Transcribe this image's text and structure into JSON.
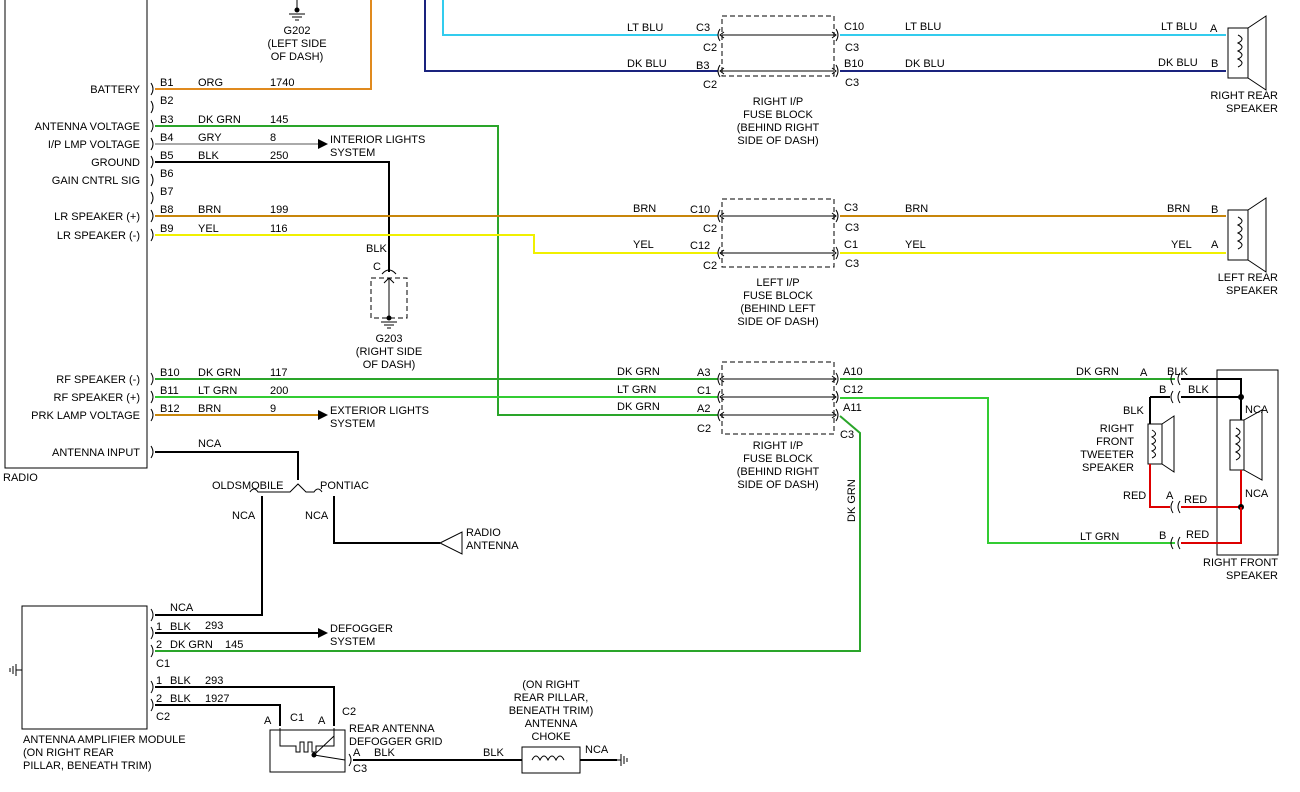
{
  "colors": {
    "lt_blu": "#33ccee",
    "dk_blu": "#1a237e",
    "orange": "#e08a1e",
    "dk_grn": "#2aa52a",
    "lt_grn": "#33cc33",
    "gry": "#aaaaaa",
    "blk": "#000000",
    "brn": "#c8860a",
    "yel": "#f0f000",
    "red": "#dd0000"
  },
  "radio": {
    "title": "RADIO",
    "pins": [
      {
        "label": "BATTERY",
        "pin": "B1",
        "color": "ORG",
        "circuit": "1740"
      },
      {
        "label": "",
        "pin": "B2",
        "color": "",
        "circuit": ""
      },
      {
        "label": "ANTENNA VOLTAGE",
        "pin": "B3",
        "color": "DK GRN",
        "circuit": "145"
      },
      {
        "label": "I/P LMP VOLTAGE",
        "pin": "B4",
        "color": "GRY",
        "circuit": "8"
      },
      {
        "label": "GROUND",
        "pin": "B5",
        "color": "BLK",
        "circuit": "250"
      },
      {
        "label": "GAIN CNTRL SIG",
        "pin": "B6",
        "color": "",
        "circuit": ""
      },
      {
        "label": "",
        "pin": "B7",
        "color": "",
        "circuit": ""
      },
      {
        "label": "LR SPEAKER (+)",
        "pin": "B8",
        "color": "BRN",
        "circuit": "199"
      },
      {
        "label": "LR SPEAKER (-)",
        "pin": "B9",
        "color": "YEL",
        "circuit": "116"
      },
      {
        "label": "RF SPEAKER (-)",
        "pin": "B10",
        "color": "DK GRN",
        "circuit": "117"
      },
      {
        "label": "RF SPEAKER (+)",
        "pin": "B11",
        "color": "LT GRN",
        "circuit": "200"
      },
      {
        "label": "PRK LAMP VOLTAGE",
        "pin": "B12",
        "color": "BRN",
        "circuit": "9"
      }
    ],
    "antenna_input": "ANTENNA INPUT",
    "antenna_input_nca": "NCA"
  },
  "grounds": {
    "g202": [
      "G202",
      "(LEFT SIDE",
      "OF DASH)"
    ],
    "g203": [
      "G203",
      "(RIGHT SIDE",
      "OF DASH)"
    ],
    "g203_wire": "BLK",
    "g203_pin": "C"
  },
  "systems": {
    "interior": [
      "INTERIOR LIGHTS",
      "SYSTEM"
    ],
    "exterior": [
      "EXTERIOR LIGHTS",
      "SYSTEM"
    ],
    "defogger": [
      "DEFOGGER",
      "SYSTEM"
    ]
  },
  "fuse_blocks": {
    "top": {
      "label": [
        "RIGHT I/P",
        "FUSE BLOCK",
        "(BEHIND RIGHT",
        "SIDE OF DASH)"
      ],
      "rows": [
        {
          "in_color": "LT BLU",
          "in_pin": "C3",
          "in_conn": "C2",
          "out_pin": "C10",
          "out_conn": "C3",
          "out_color": "LT BLU"
        },
        {
          "in_color": "DK BLU",
          "in_pin": "B3",
          "in_conn": "C2",
          "out_pin": "B10",
          "out_conn": "C3",
          "out_color": "DK BLU"
        }
      ]
    },
    "left": {
      "label": [
        "LEFT I/P",
        "FUSE BLOCK",
        "(BEHIND LEFT",
        "SIDE OF DASH)"
      ],
      "rows": [
        {
          "in_color": "BRN",
          "in_pin": "C10",
          "in_conn": "C2",
          "out_pin": "C3",
          "out_conn": "C3",
          "out_color": "BRN"
        },
        {
          "in_color": "YEL",
          "in_pin": "C12",
          "in_conn": "C2",
          "out_pin": "C1",
          "out_conn": "C3",
          "out_color": "YEL"
        }
      ]
    },
    "bottom": {
      "label": [
        "RIGHT I/P",
        "FUSE BLOCK",
        "(BEHIND RIGHT",
        "SIDE OF DASH)"
      ],
      "rows": [
        {
          "in_color": "DK GRN",
          "in_pin": "A3",
          "out_pin": "A10",
          "out_color": "DK GRN"
        },
        {
          "in_color": "LT GRN",
          "in_pin": "C1",
          "out_pin": "C12",
          "out_color": ""
        },
        {
          "in_color": "DK GRN",
          "in_pin": "A2",
          "out_pin": "A11",
          "out_color": ""
        }
      ],
      "in_conn": "C2",
      "out_conn": "C3",
      "vertical_wire": "DK GRN"
    }
  },
  "speakers": {
    "right_rear": {
      "label": [
        "RIGHT REAR",
        "SPEAKER"
      ],
      "wire1": "LT BLU",
      "pin1": "A",
      "wire2": "DK BLU",
      "pin2": "B"
    },
    "left_rear": {
      "label": [
        "LEFT REAR",
        "SPEAKER"
      ],
      "wire1": "BRN",
      "pin1": "B",
      "wire2": "YEL",
      "pin2": "A"
    },
    "right_front": {
      "label": [
        "RIGHT FRONT",
        "SPEAKER"
      ],
      "tweeter": [
        "RIGHT",
        "FRONT",
        "TWEETER",
        "SPEAKER"
      ],
      "blk": "BLK",
      "red": "RED",
      "nca": "NCA",
      "lt_grn": "LT GRN",
      "pin_a": "A",
      "pin_b": "B"
    }
  },
  "antenna": {
    "olds": "OLDSMOBILE",
    "pontiac": "PONTIAC",
    "nca": "NCA",
    "radio_antenna": [
      "RADIO",
      "ANTENNA"
    ]
  },
  "amp_module": {
    "label": [
      "ANTENNA AMPLIFIER MODULE",
      "(ON RIGHT REAR",
      "PILLAR, BENEATH TRIM)"
    ],
    "c1": "C1",
    "c2": "C2",
    "rows": [
      {
        "pin": "",
        "color": "NCA",
        "circuit": ""
      },
      {
        "pin": "1",
        "color": "BLK",
        "circuit": "293"
      },
      {
        "pin": "2",
        "color": "DK GRN",
        "circuit": "145"
      },
      {
        "pin": "1",
        "color": "BLK",
        "circuit": "293"
      },
      {
        "pin": "2",
        "color": "BLK",
        "circuit": "1927"
      }
    ]
  },
  "defogger_grid": {
    "label": [
      "REAR ANTENNA",
      "DEFOGGER GRID"
    ],
    "c1": "C1",
    "c2": "C2",
    "c3": "C3",
    "pin_a": "A",
    "wire": "BLK"
  },
  "choke": {
    "label": [
      "(ON RIGHT",
      "REAR PILLAR,",
      "BENEATH TRIM)",
      "ANTENNA",
      "CHOKE"
    ],
    "wire": "BLK",
    "nca": "NCA"
  }
}
